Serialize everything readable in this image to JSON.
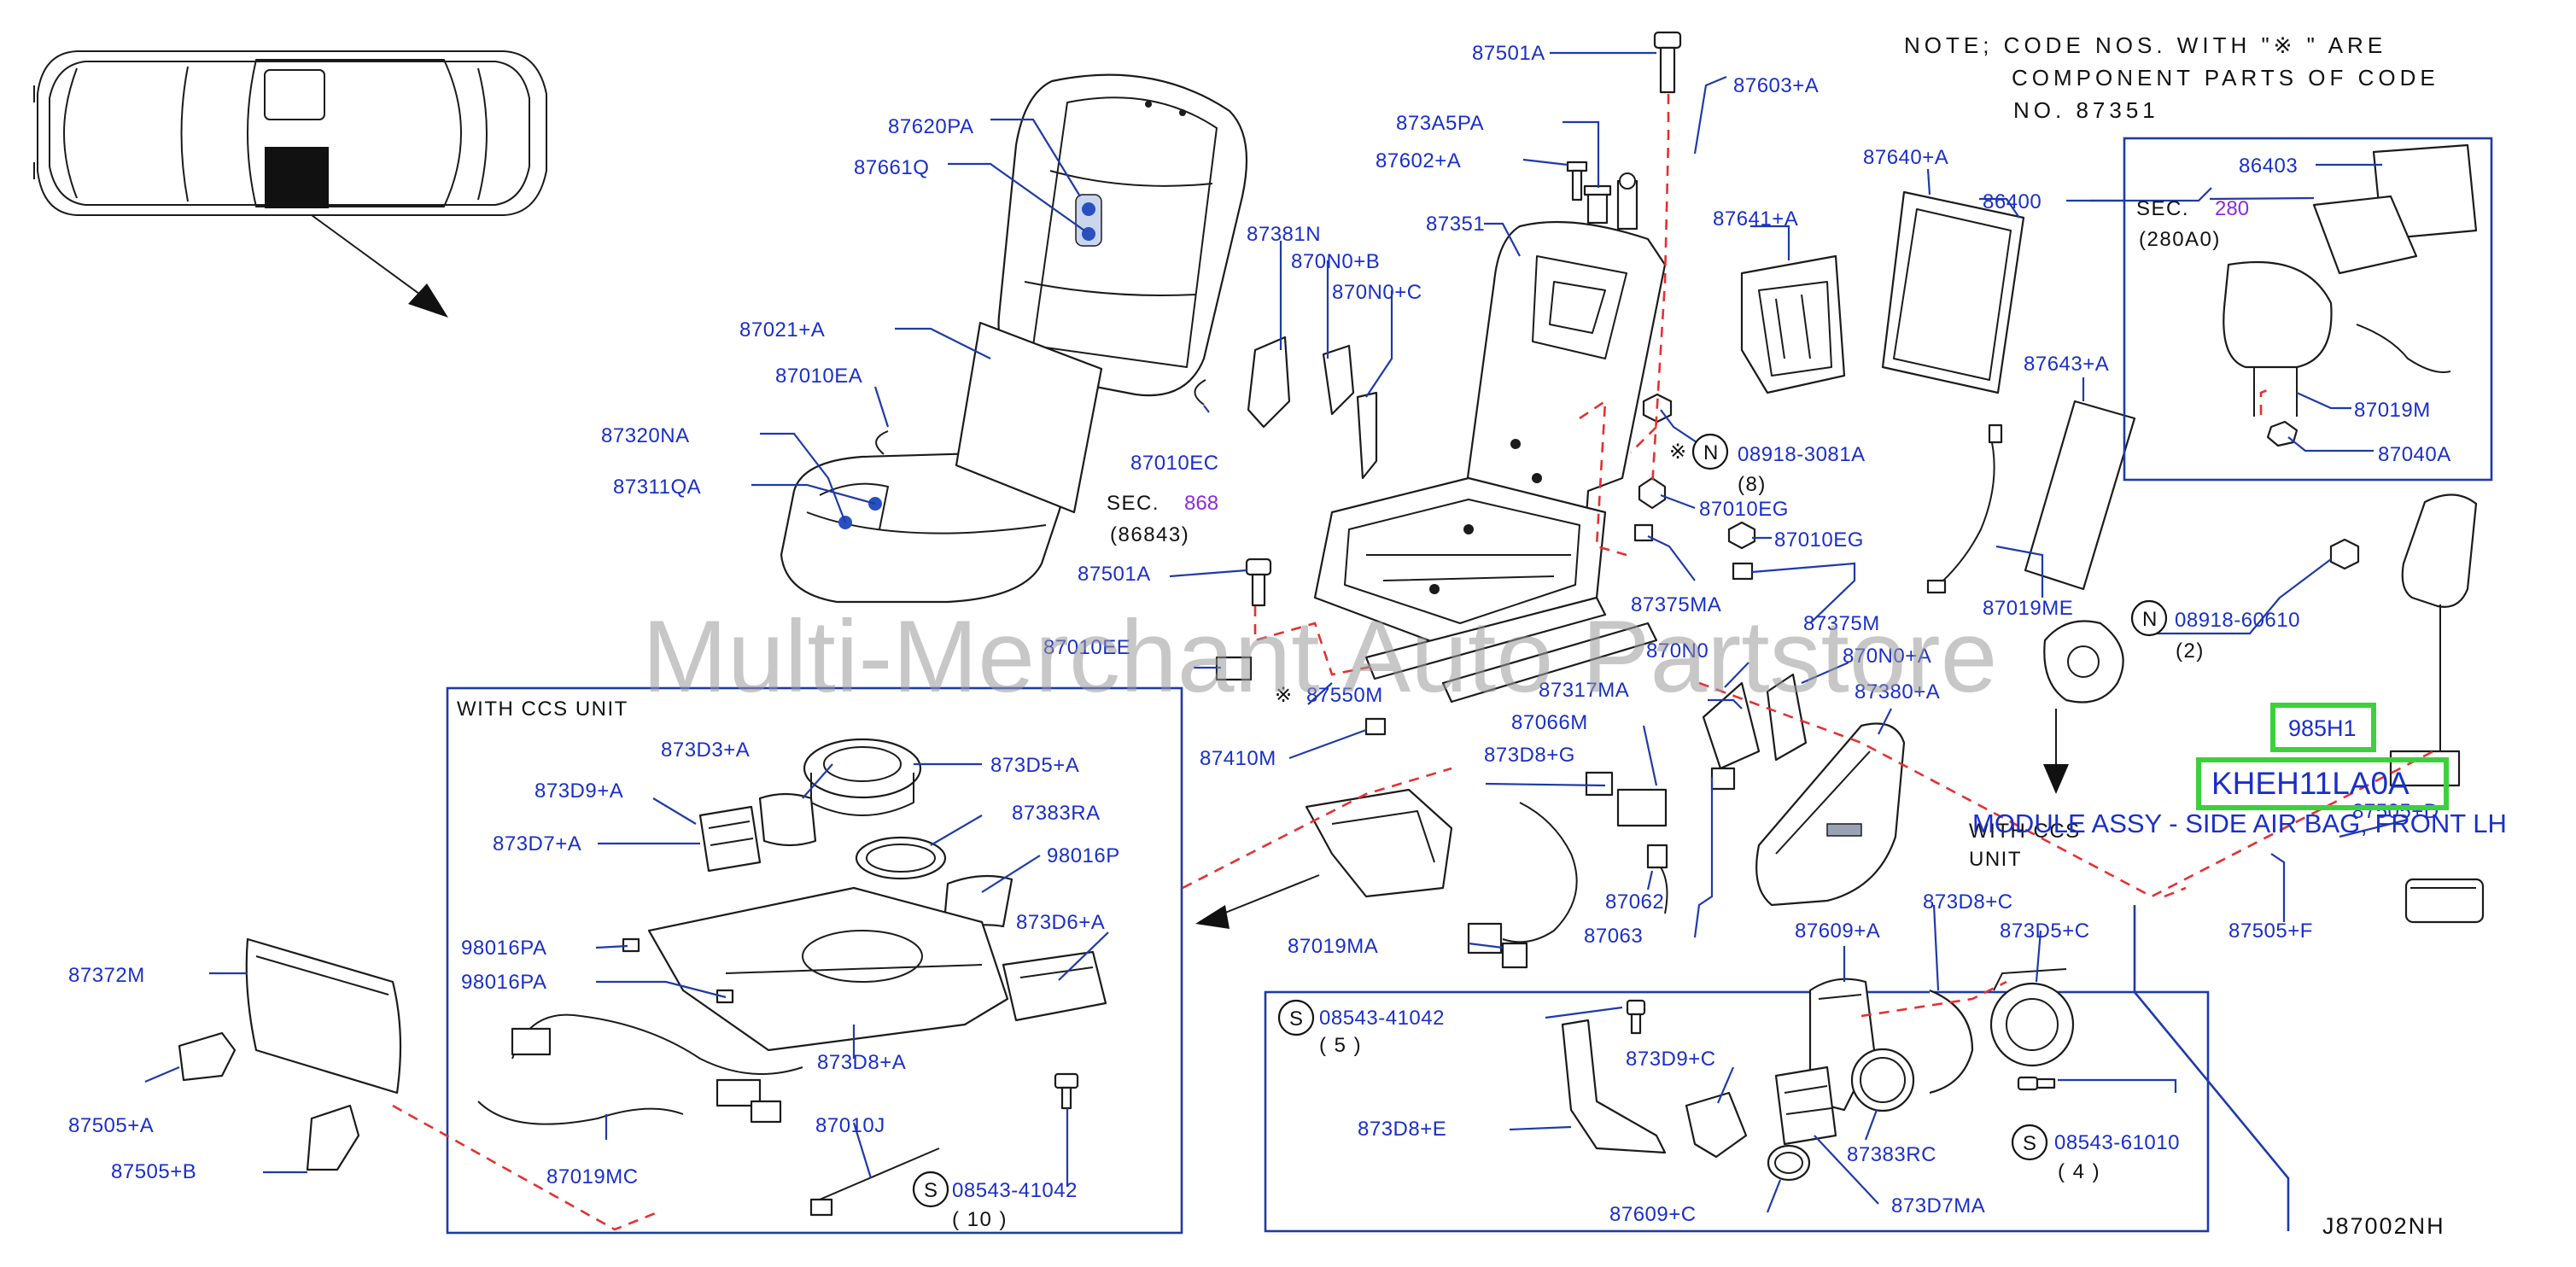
{
  "note": {
    "line1": "NOTE;  CODE  NOS.  WITH  \"※      \"  ARE",
    "line2": "COMPONENT  PARTS  OF  CODE",
    "line3": "NO.  87351"
  },
  "watermark": "Multi-Merchant Auto Partstore",
  "diagram_code": "J87002NH",
  "highlight": {
    "code_small": "985H1",
    "code_big": "KHEH11LA0A",
    "description": "MODULE ASSY - SIDE AIR BAG, FRONT LH"
  },
  "sections": {
    "ccs_box_title": "WITH   CCS   UNIT",
    "ccs_right_line1": "WITH   CCS",
    "ccs_right_line2": "UNIT",
    "sec868_prefix": "SEC.",
    "sec868_num": "868",
    "sec868_sub": "(86843)",
    "sec280_prefix": "SEC.",
    "sec280_num": "280",
    "sec280_sub": "(280A0)"
  },
  "labels": {
    "l87501A_top": "87501A",
    "l87603A": "87603+A",
    "l873A5PA": "873A5PA",
    "l87602A": "87602+A",
    "l87640A": "87640+A",
    "l86400": "86400",
    "l86403": "86403",
    "l87620PA": "87620PA",
    "l87661Q": "87661Q",
    "l87381N": "87381N",
    "l870N0B": "870N0+B",
    "l870N0C": "870N0+C",
    "l87351": "87351",
    "l87641A": "87641+A",
    "l87021A": "87021+A",
    "l87010EA": "87010EA",
    "l87010EC": "87010EC",
    "l87643A": "87643+A",
    "l87019M": "87019M",
    "l87040A": "87040A",
    "l87320NA": "87320NA",
    "l87311QA": "87311QA",
    "l08918_3081A": "08918-3081A",
    "q8": "(8)",
    "l87010EG_1": "87010EG",
    "l87010EG_2": "87010EG",
    "l87501A_mid": "87501A",
    "l87375MA": "87375MA",
    "l87375M": "87375M",
    "l87019ME": "87019ME",
    "l08918_60610": "08918-60610",
    "q2": "(2)",
    "l87010EE": "87010EE",
    "l87550M": "87550M",
    "l870N0": "870N0",
    "l870N0A": "870N0+A",
    "l87317MA": "87317MA",
    "l87380A": "87380+A",
    "l87410M": "87410M",
    "l87066M": "87066M",
    "l873D8G": "873D8+G",
    "l873D3A": "873D3+A",
    "l873D5A": "873D5+A",
    "l873D9A": "873D9+A",
    "l87383RA": "87383RA",
    "l873D7A": "873D7+A",
    "l98016P": "98016P",
    "l873D6A": "873D6+A",
    "l98016PA_1": "98016PA",
    "l98016PA_2": "98016PA",
    "l873D8A": "873D8+A",
    "l87019MC": "87019MC",
    "l87010J": "87010J",
    "l08543_41042_a": "08543-41042",
    "q10": "(   10   )",
    "l87372M": "87372M",
    "l87505A": "87505+A",
    "l87505B": "87505+B",
    "l87062": "87062",
    "l87063": "87063",
    "l87019MA": "87019MA",
    "l873D8C": "873D8+C",
    "l87609A": "87609+A",
    "l873D5C": "873D5+C",
    "l08543_41042_b": "08543-41042",
    "q5": "(   5   )",
    "l873D9C": "873D9+C",
    "l873D8E": "873D8+E",
    "l87383RC": "87383RC",
    "l08543_61010": "08543-61010",
    "q4": "(   4   )",
    "l87609C": "87609+C",
    "l873D7MA": "873D7MA",
    "l87505F": "87505+F",
    "l87505D": "87505+D"
  },
  "symbols": {
    "n_mark": "N",
    "s_mark": "S",
    "kome": "※"
  }
}
